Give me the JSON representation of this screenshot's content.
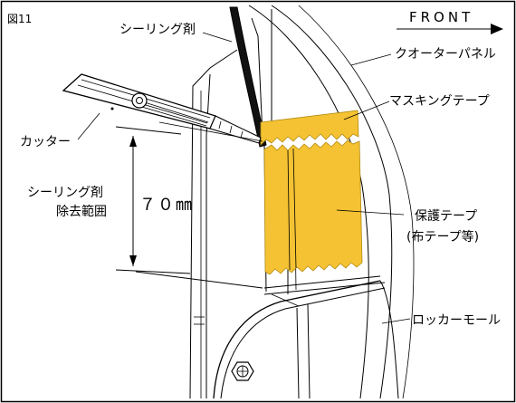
{
  "figure_label": "図11",
  "direction_label": "FRONT",
  "labels": {
    "sealing_agent": "シーリング剤",
    "quarter_panel": "クオーターパネル",
    "masking_tape": "マスキングテープ",
    "cutter": "カッター",
    "removal_range_line1": "シーリング剤",
    "removal_range_line2": "除去範囲",
    "dimension": "７０㎜",
    "protective_tape_line1": "保護テープ",
    "protective_tape_line2": "(布テープ等)",
    "rocker_molding": "ロッカーモール"
  },
  "colors": {
    "tape": "#f4c232",
    "line": "#000000",
    "background": "#ffffff"
  }
}
